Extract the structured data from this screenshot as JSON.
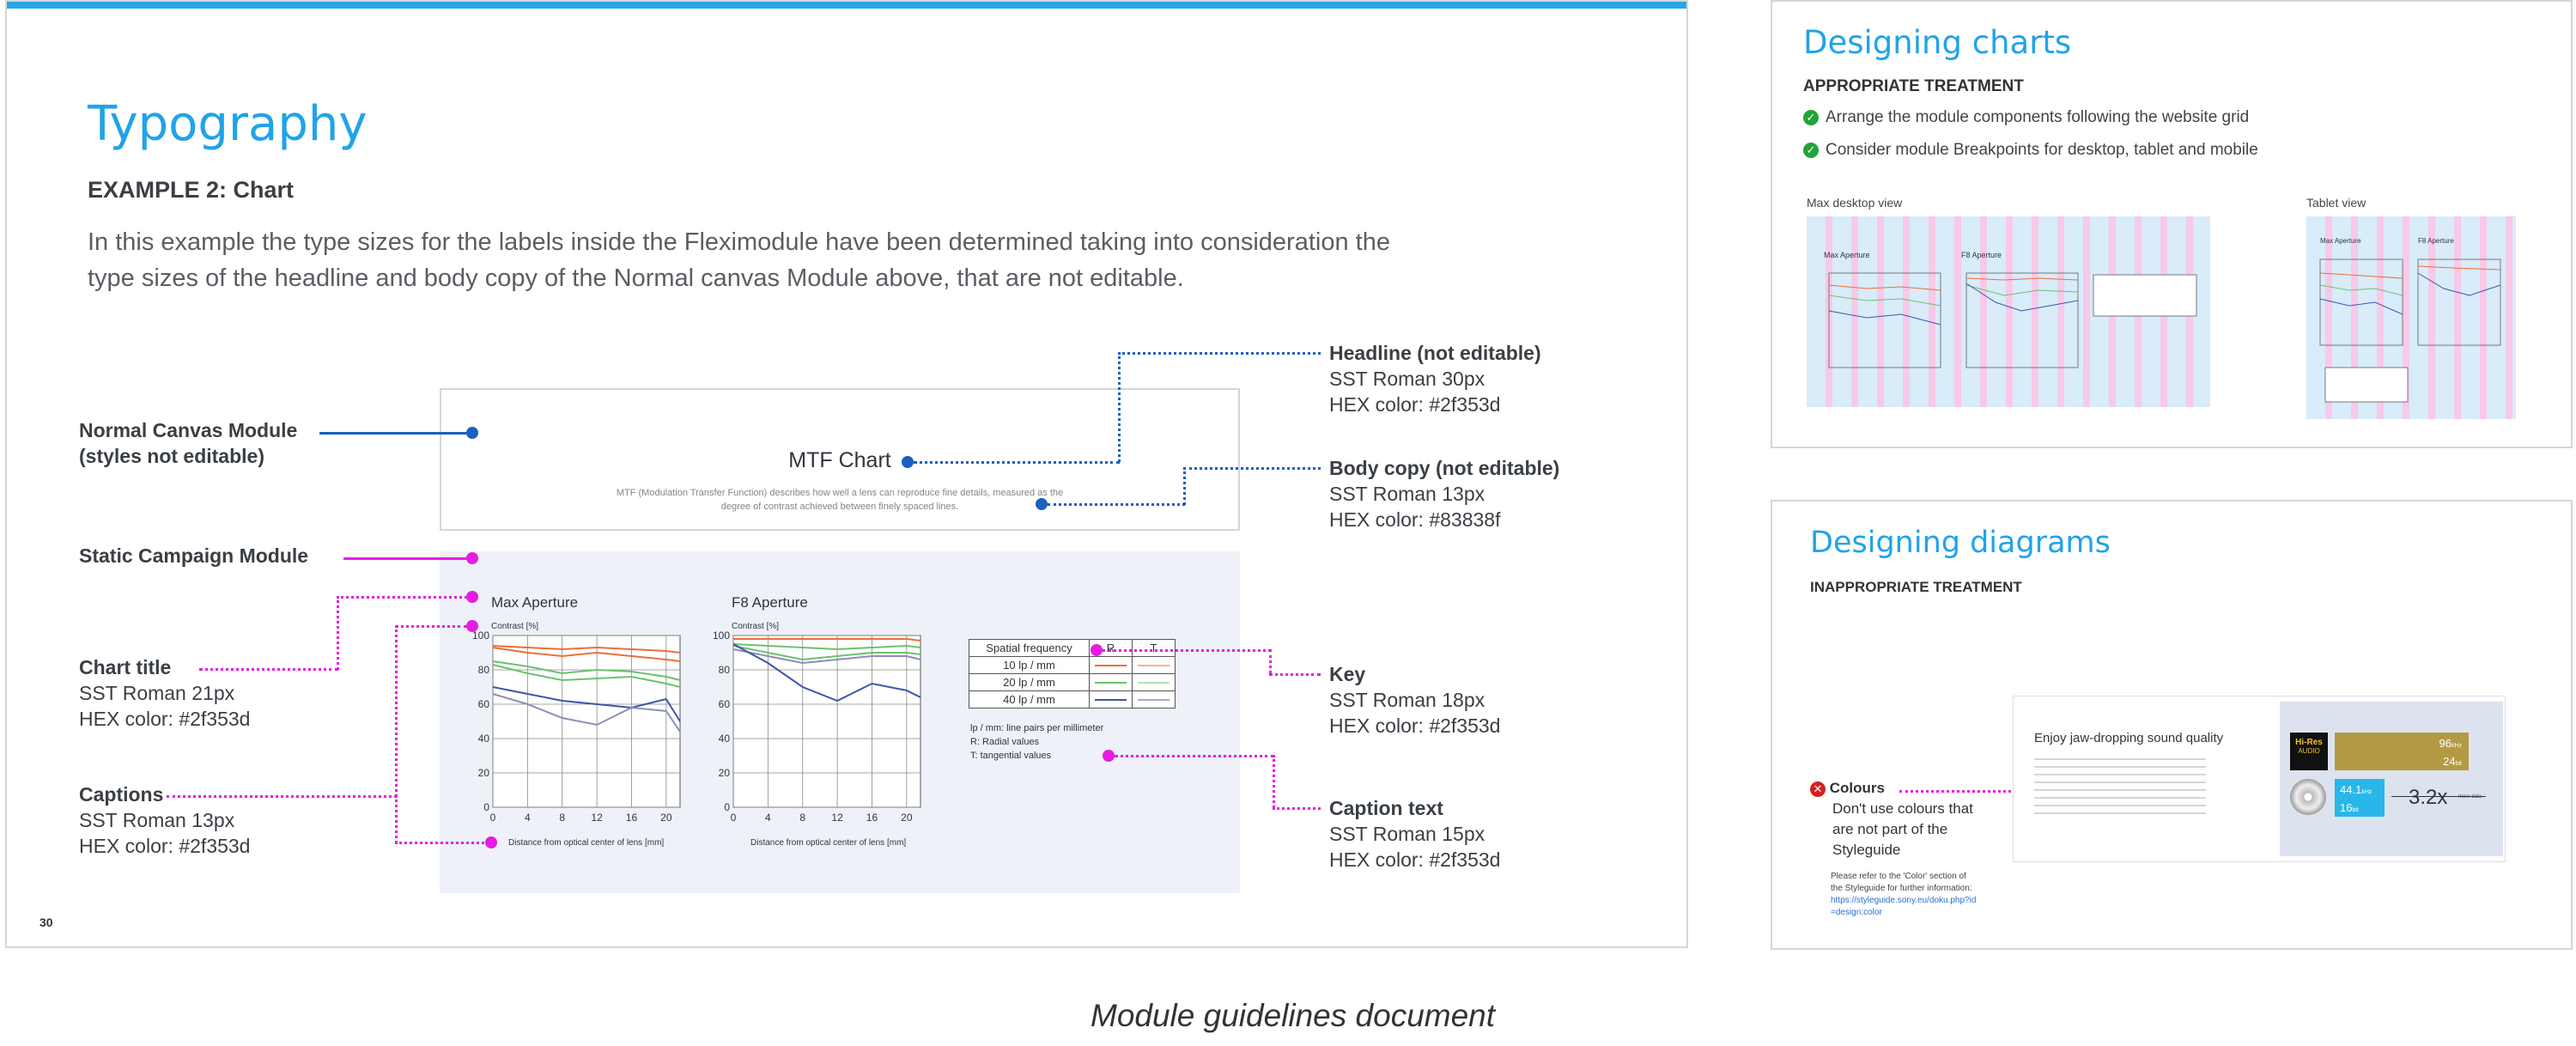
{
  "main": {
    "title": "Typography",
    "subtitle": "EXAMPLE 2: Chart",
    "body": "In this example the type sizes for the labels inside the Fleximodule have been determined taking into consideration the type sizes of the headline and body copy of the Normal canvas Module above, that are not editable.",
    "body_line1": "In this example the type sizes for the labels inside the Fleximodule have been determined taking into consideration the",
    "body_line2": "type sizes of the headline and body copy of the Normal canvas Module above, that are not editable.",
    "page_number": "30",
    "mock": {
      "headline": "MTF Chart",
      "description_line1": "MTF (Modulation Transfer Function) describes how well a lens can reproduce fine details, measured as the",
      "description_line2": "degree of contrast achieved between finely spaced lines."
    },
    "annotations_left": {
      "normal_canvas_title": "Normal Canvas Module",
      "normal_canvas_sub": "(styles not editable)",
      "static_campaign": "Static Campaign Module",
      "chart_title_label": "Chart title",
      "chart_title_font": "SST Roman 21px",
      "chart_title_hex": "HEX color: #2f353d",
      "captions_label": "Captions",
      "captions_font": "SST Roman 13px",
      "captions_hex": "HEX color: #2f353d"
    },
    "annotations_right": {
      "headline_label": "Headline (not editable)",
      "headline_font": "SST Roman 30px",
      "headline_hex": "HEX color: #2f353d",
      "body_label": "Body copy (not editable)",
      "body_font": "SST Roman 13px",
      "body_hex": "HEX color: #83838f",
      "key_label": "Key",
      "key_font": "SST Roman 18px",
      "key_hex": "HEX color: #2f353d",
      "caption_text_label": "Caption text",
      "caption_text_font": "SST Roman 15px",
      "caption_text_hex": "HEX color: #2f353d"
    },
    "key": {
      "header": "Spatial frequency",
      "col_r": "R",
      "col_t": "T",
      "rows": [
        "10 lp / mm",
        "20 lp / mm",
        "40 lp / mm"
      ],
      "note1": "lp / mm: line pairs per millimeter",
      "note2": "R: Radial values",
      "note3": "T: tangential values"
    }
  },
  "chart_data": [
    {
      "type": "line",
      "title": "Max Aperture",
      "ylabel": "Contrast [%]",
      "xlabel": "Distance from optical center of lens [mm]",
      "x_ticks": [
        "0",
        "4",
        "8",
        "12",
        "16",
        "20"
      ],
      "y_ticks": [
        "0",
        "20",
        "40",
        "60",
        "80",
        "100"
      ],
      "xlim": [
        0,
        21.6
      ],
      "ylim": [
        0,
        100
      ],
      "series": [
        {
          "color": "#e8703a",
          "x": [
            0,
            4,
            8,
            12,
            16,
            20,
            21.6
          ],
          "y": [
            94,
            93,
            92,
            93,
            92,
            91,
            90
          ]
        },
        {
          "color": "#e8703a",
          "x": [
            0,
            4,
            8,
            12,
            16,
            20,
            21.6
          ],
          "y": [
            93,
            90,
            88,
            90,
            88,
            86,
            85
          ]
        },
        {
          "color": "#6cc26c",
          "x": [
            0,
            4,
            8,
            12,
            16,
            20,
            21.6
          ],
          "y": [
            85,
            82,
            78,
            80,
            79,
            76,
            74
          ]
        },
        {
          "color": "#6cc26c",
          "x": [
            0,
            4,
            8,
            12,
            16,
            20,
            21.6
          ],
          "y": [
            83,
            78,
            74,
            75,
            76,
            72,
            70
          ]
        },
        {
          "color": "#3b57a8",
          "x": [
            0,
            4,
            8,
            12,
            16,
            20,
            21.6
          ],
          "y": [
            70,
            66,
            62,
            60,
            58,
            63,
            50
          ]
        },
        {
          "color": "#8a90b8",
          "x": [
            0,
            4,
            8,
            12,
            16,
            20,
            21.6
          ],
          "y": [
            66,
            60,
            52,
            48,
            58,
            56,
            44
          ]
        }
      ]
    },
    {
      "type": "line",
      "title": "F8 Aperture",
      "ylabel": "Contrast [%]",
      "xlabel": "Distance from optical center of lens [mm]",
      "x_ticks": [
        "0",
        "4",
        "8",
        "12",
        "16",
        "20"
      ],
      "y_ticks": [
        "0",
        "20",
        "40",
        "60",
        "80",
        "100"
      ],
      "xlim": [
        0,
        21.6
      ],
      "ylim": [
        0,
        100
      ],
      "series": [
        {
          "color": "#e8703a",
          "x": [
            0,
            4,
            8,
            12,
            16,
            20,
            21.6
          ],
          "y": [
            98,
            98,
            98,
            98,
            98,
            98,
            97
          ]
        },
        {
          "color": "#6cc26c",
          "x": [
            0,
            4,
            8,
            12,
            16,
            20,
            21.6
          ],
          "y": [
            95,
            94,
            93,
            92,
            93,
            94,
            93
          ]
        },
        {
          "color": "#6cc26c",
          "x": [
            0,
            4,
            8,
            12,
            16,
            20,
            21.6
          ],
          "y": [
            94,
            90,
            86,
            88,
            90,
            90,
            89
          ]
        },
        {
          "color": "#8a90b8",
          "x": [
            0,
            4,
            8,
            12,
            16,
            20,
            21.6
          ],
          "y": [
            92,
            88,
            84,
            86,
            88,
            88,
            86
          ]
        },
        {
          "color": "#3b57a8",
          "x": [
            0,
            4,
            8,
            12,
            16,
            20,
            21.6
          ],
          "y": [
            95,
            84,
            70,
            62,
            72,
            68,
            64
          ]
        }
      ]
    }
  ],
  "charts_panel": {
    "title": "Designing charts",
    "subtitle": "APPROPRIATE TREATMENT",
    "bullet1": "Arrange the module components following the website grid",
    "bullet2": "Consider module Breakpoints for desktop, tablet and mobile",
    "desktop_label": "Max desktop view",
    "tablet_label": "Tablet view",
    "mini_title1": "Max Aperture",
    "mini_title2": "F8 Aperture"
  },
  "diagrams_panel": {
    "title": "Designing diagrams",
    "subtitle": "INAPPROPRIATE TREATMENT",
    "colours_label": "Colours",
    "colours_text1": "Don't use colours that",
    "colours_text2": "are not part of the",
    "colours_text3": "Styleguide",
    "refer1": "Please refer to the 'Color' section of",
    "refer2": "the Styleguide for further information:",
    "link1": "https://styleguide.sony.eu/doku.php?id",
    "link2": "=design:color",
    "mock_title": "Enjoy jaw-dropping sound quality",
    "badge_top": "Hi-Res",
    "badge_bottom": "AUDIO",
    "bar1_top": "96",
    "bar1_top_unit": "kHz",
    "bar1_bottom": "24",
    "bar1_bottom_unit": "bit",
    "bar2_top": "44.1",
    "bar2_top_unit": "kHz",
    "bar2_bottom": "16",
    "bar2_bottom_unit": "bit",
    "multiplier": "3.2x",
    "multiplier_note": "more data"
  },
  "caption": "Module guidelines document",
  "colors": {
    "accent_blue": "#21a3e8",
    "annotation_blue": "#1b5fc0",
    "annotation_pink": "#e61ce0",
    "text_dark": "#2f353d",
    "gold": "#b59a45",
    "cyan": "#29b7ea"
  }
}
